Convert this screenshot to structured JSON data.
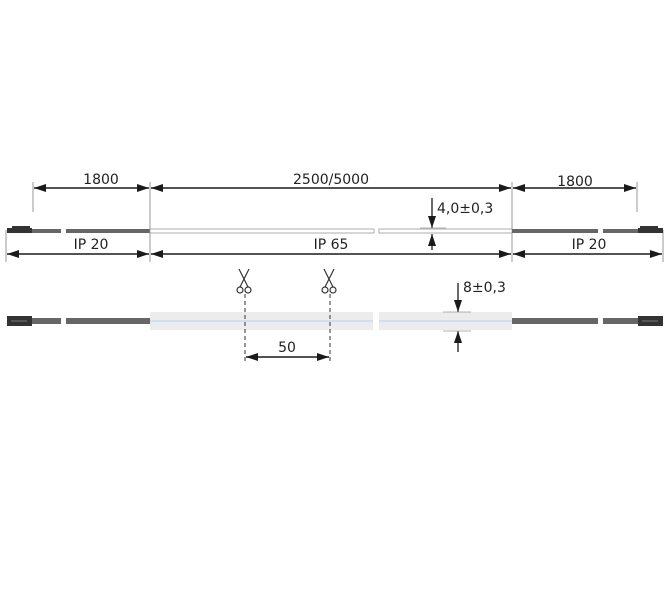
{
  "dimensions": {
    "left_cable_length": "1800",
    "strip_length": "2500/5000",
    "right_cable_length": "1800",
    "strip_height": "4,0±0,3",
    "strip_width": "8±0,3",
    "cut_interval": "50"
  },
  "protection": {
    "left": "IP 20",
    "middle": "IP 65",
    "right": "IP 20"
  },
  "icons": [
    "scissors-icon",
    "scissors-icon"
  ],
  "colors": {
    "line": "#222222",
    "cable": "#666666",
    "strip": "#ececec",
    "led_line": "#cfe0f3"
  }
}
